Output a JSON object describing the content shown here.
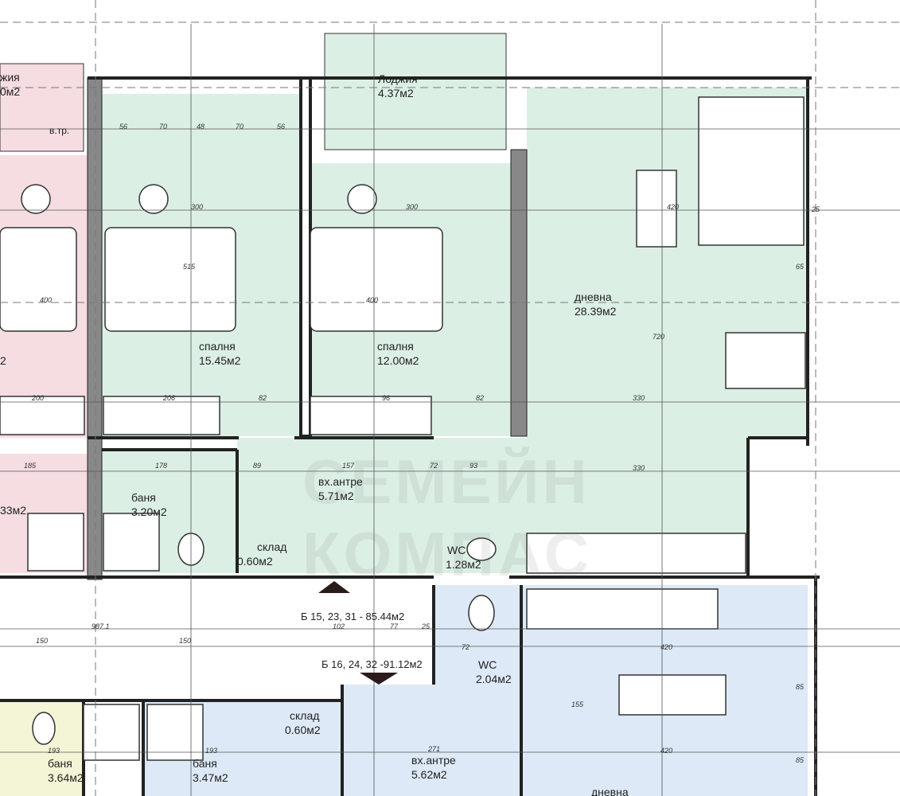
{
  "colors": {
    "green_zone": "#dcefe4",
    "pink_zone": "#f6dde2",
    "blue_zone": "#dde9f6",
    "yellow_zone": "#f4f4d6",
    "wall": "#222222"
  },
  "rooms": [
    {
      "name": "жия",
      "area": "0м2"
    },
    {
      "name": "в.тр.",
      "area": ""
    },
    {
      "name": "",
      "area": "2"
    },
    {
      "name": "",
      "area": "33м2"
    },
    {
      "name": "Лоджия",
      "area": "4.37м2"
    },
    {
      "name": "спалня",
      "area": "15.45м2"
    },
    {
      "name": "спалня",
      "area": "12.00м2"
    },
    {
      "name": "дневна",
      "area": "28.39м2"
    },
    {
      "name": "вх.антре",
      "area": "5.71м2"
    },
    {
      "name": "баня",
      "area": "3.20м2"
    },
    {
      "name": "склад",
      "area": "0.60м2"
    },
    {
      "name": "WC",
      "area": "1.28м2"
    },
    {
      "name": "WC",
      "area": "2.04м2"
    },
    {
      "name": "вх.антре",
      "area": "5.62м2"
    },
    {
      "name": "склад",
      "area": "0.60м2"
    },
    {
      "name": "баня",
      "area": "3.64м2"
    },
    {
      "name": "баня",
      "area": "3.47м2"
    },
    {
      "name": "дневна",
      "area": ""
    }
  ],
  "apartments": {
    "upper": "Б 15, 23, 31 - 85.44м2",
    "lower": "Б 16, 24, 32 -91.12м2"
  },
  "dimensions": [
    "56",
    "70",
    "48",
    "70",
    "56",
    "300",
    "300",
    "515",
    "400",
    "400",
    "420",
    "720",
    "330",
    "330",
    "200",
    "206",
    "82",
    "96",
    "82",
    "185",
    "178",
    "89",
    "157",
    "72",
    "93",
    "987.1",
    "150",
    "150",
    "102",
    "77",
    "25",
    "72",
    "420",
    "420",
    "155",
    "271",
    "193",
    "193",
    "85",
    "85",
    "65",
    "25"
  ],
  "watermark": "СЕМЕЙН КОМПАС"
}
